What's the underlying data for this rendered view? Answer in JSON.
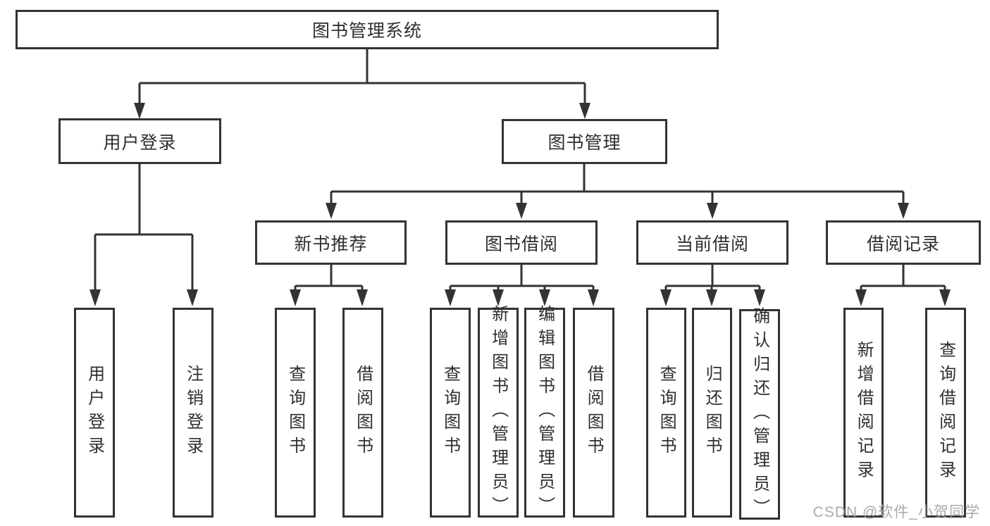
{
  "colors": {
    "line": "#333333",
    "box_border": "#333333",
    "text": "#2f2f2f",
    "background": "#ffffff",
    "watermark": "#a3a3a3"
  },
  "nodes": {
    "root": "图书管理系统",
    "level2": [
      "用户登录",
      "图书管理"
    ],
    "level3": [
      "新书推荐",
      "图书借阅",
      "当前借阅",
      "借阅记录"
    ],
    "leaves": [
      "用户登录",
      "注销登录",
      "查询图书",
      "借阅图书",
      "查询图书",
      "新增图书（管理员）",
      "编辑图书（管理员）",
      "借阅图书",
      "查询图书",
      "归还图书",
      "确认归还（管理员）",
      "新增借阅记录",
      "查询借阅记录"
    ]
  },
  "watermark": "CSDN @软件_小贺同学"
}
